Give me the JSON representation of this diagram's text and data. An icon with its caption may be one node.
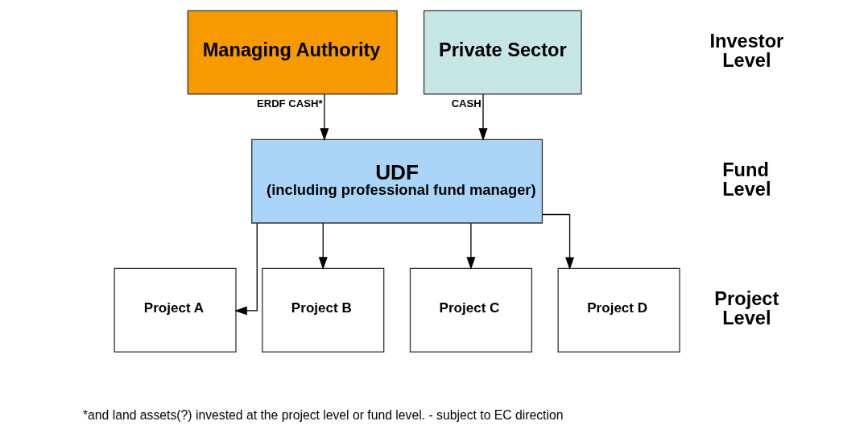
{
  "diagram": {
    "nodes": [
      {
        "text": [
          "Managing Authority"
        ]
      },
      {
        "text": [
          "Private Sector"
        ]
      },
      {
        "text": [
          "UDF",
          "(including professional fund manager)"
        ]
      },
      {
        "text": [
          "Project A"
        ]
      },
      {
        "text": [
          "Project B"
        ]
      },
      {
        "text": [
          "Project C"
        ]
      },
      {
        "text": [
          "Project D"
        ]
      }
    ],
    "edges": [
      {
        "from": 0,
        "to": 2,
        "arrow": "to",
        "label": "ERDF CASH*"
      },
      {
        "from": 1,
        "to": 2,
        "arrow": "to",
        "label": "CASH"
      },
      {
        "from": 2,
        "to": 3,
        "arrow": "to"
      },
      {
        "from": 2,
        "to": 4,
        "arrow": "to"
      },
      {
        "from": 2,
        "to": 5,
        "arrow": "to"
      },
      {
        "from": 2,
        "to": 6,
        "arrow": "to"
      }
    ],
    "labels": [
      "Investor Level",
      "Fund Level",
      "Project Level",
      "*and land assets(?) invested at the project level or fund level. - subject to EC direction"
    ]
  }
}
